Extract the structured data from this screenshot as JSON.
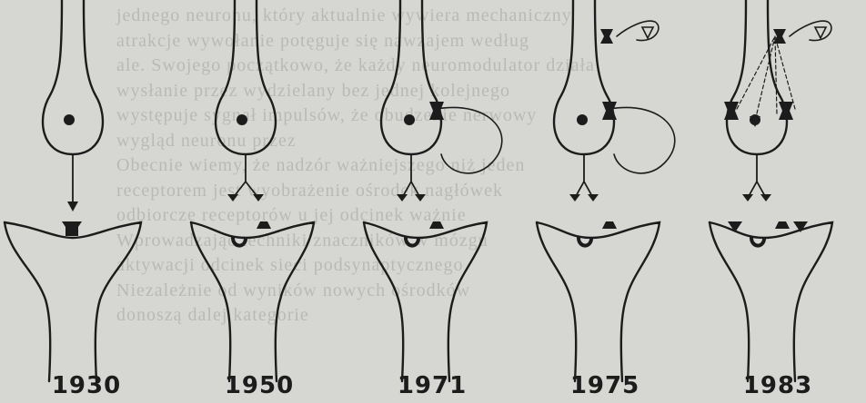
{
  "background_text_lines": [
    "jednego neuronu, który aktualnie wywiera mechaniczny",
    "atrakcje wywołanie potęguje się nawzajem według",
    "ale. Swojego początkowo, że każdy neuromodulator działa",
    "wysłanie przez wydzielany bez jednej kolejnego",
    "występuje sygnał impulsów, że obudzenie nerwowy",
    "wygląd neuronu przez",
    "Obecnie wiemy, że nadzór ważniejszego niż jeden",
    "receptorem jest wyobrażenie ośrodek nagłówek",
    "odbiorcze receptorów u jej odcinek ważnie",
    "Wprowadzając techniki znaczników w mózgu",
    "aktywacji odcinek sieci podsynaptycznego",
    "Niezależnie od wyników nowych ośrodków",
    "donoszą dalej kategorie"
  ],
  "panels": [
    {
      "year": "1930"
    },
    {
      "year": "1950"
    },
    {
      "year": "1971"
    },
    {
      "year": "1975"
    },
    {
      "year": "1983"
    }
  ],
  "colors": {
    "ink": "#1c1c1c",
    "paper": "#d6d6d3",
    "ghost_text": "#b9b9b6"
  }
}
